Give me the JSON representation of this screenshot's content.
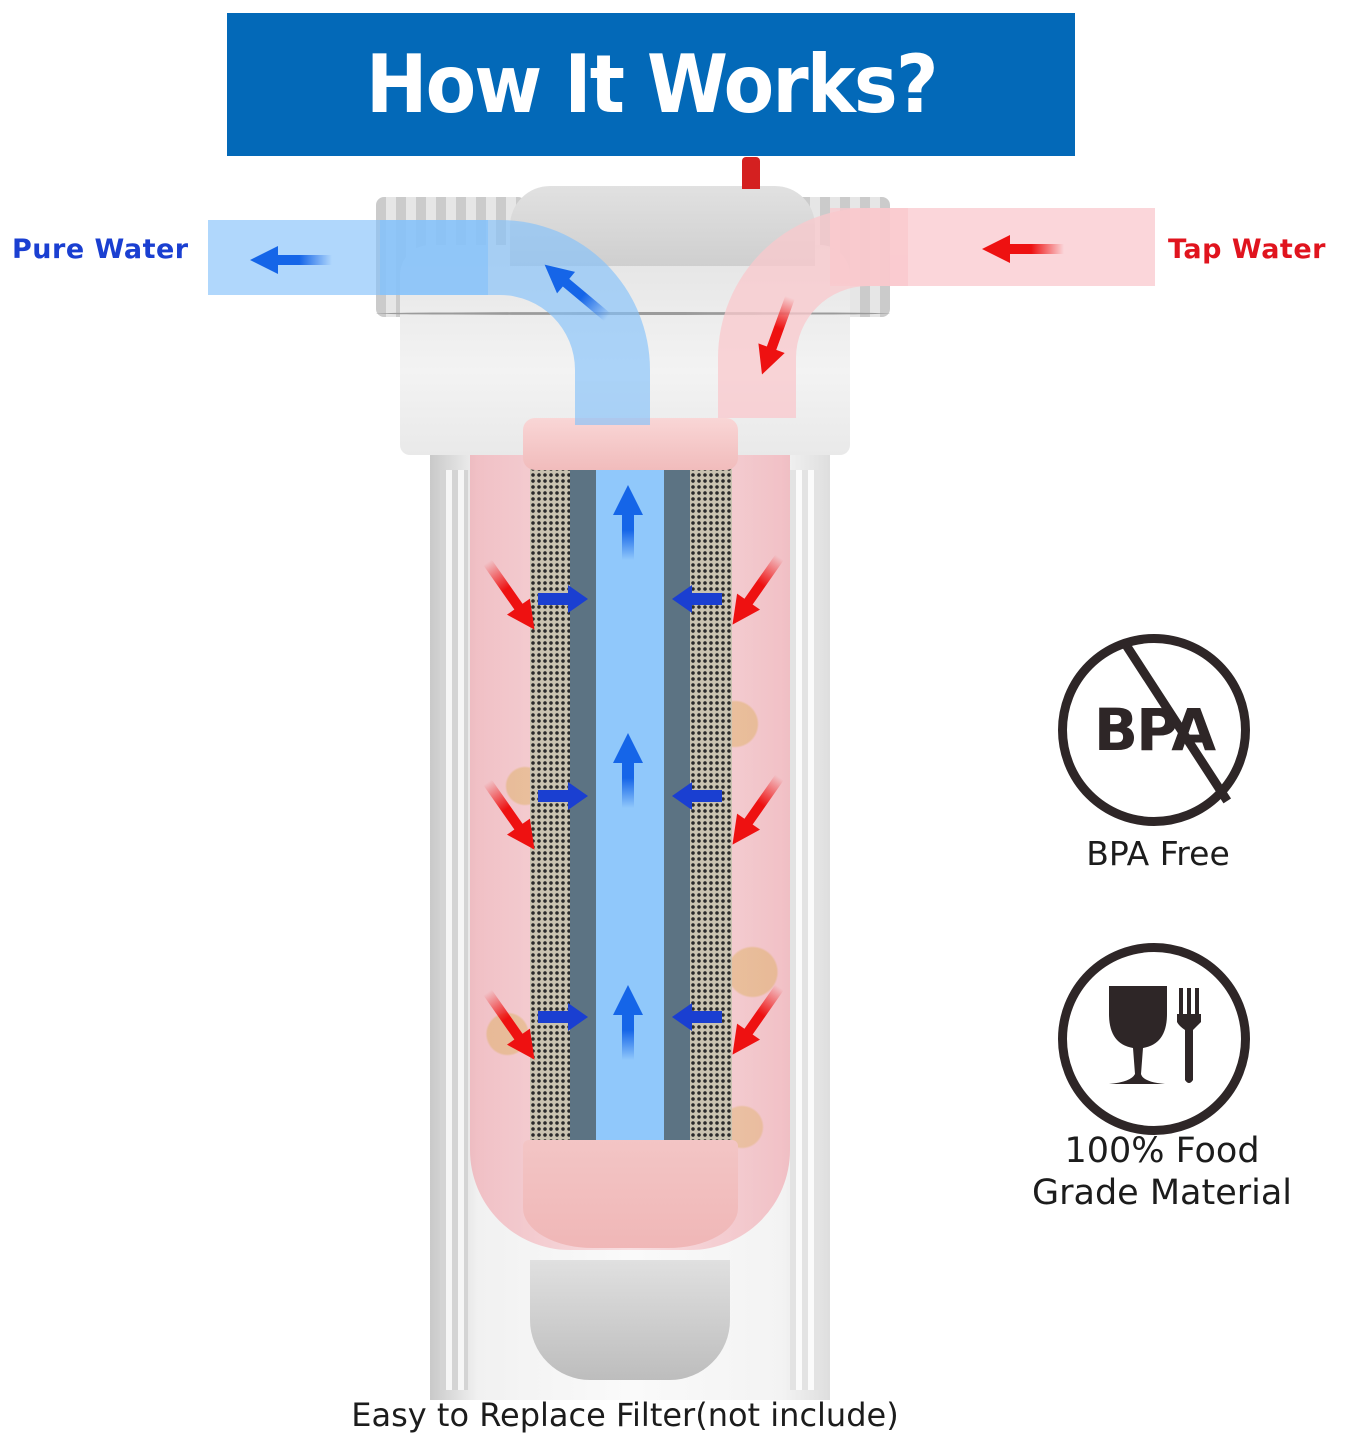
{
  "header": {
    "title": "How It Works?",
    "banner_color": "#0369b8"
  },
  "flow_labels": {
    "outlet": {
      "label": "Pure Water",
      "color": "#1a3fd1",
      "arrow_color": "#1565e8"
    },
    "inlet": {
      "label": "Tap Water",
      "color": "#e0141e",
      "arrow_color": "#ee1111"
    }
  },
  "diagram": {
    "component": "filter-housing",
    "flow_arrows": {
      "inlet_down_arrows": 6,
      "inward_radial_arrows": 6,
      "upward_core_arrows": 3
    },
    "colors": {
      "clean_water": "#90c8fb",
      "tap_water": "#f4b6bc",
      "filter_cap": "#f3c5c5",
      "relief_valve": "#d42020"
    }
  },
  "features": [
    {
      "icon": "no-bpa-icon",
      "icon_text": "BPA",
      "caption": "BPA Free"
    },
    {
      "icon": "food-grade-icon",
      "caption_line1": "100% Food",
      "caption_line2": "Grade Material"
    }
  ],
  "footer": {
    "caption": "Easy to Replace Filter(not include)"
  }
}
